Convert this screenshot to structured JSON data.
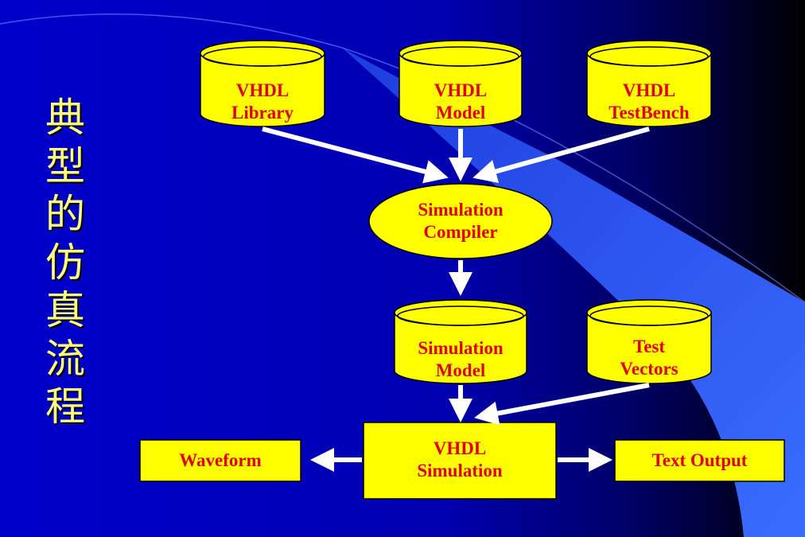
{
  "title_chars": [
    "典",
    "型",
    "的",
    "仿",
    "真",
    "流",
    "程"
  ],
  "colors": {
    "bg_dark": "#0000C8",
    "bg_light": "#3366FF",
    "shape_fill": "#FFFF00",
    "label_text": "#E00000",
    "title_text": "#FFFF80",
    "arrow": "#FFFFFF"
  },
  "nodes": {
    "vhdl_library": [
      "VHDL",
      "Library"
    ],
    "vhdl_model": [
      "VHDL",
      "Model"
    ],
    "vhdl_testbench": [
      "VHDL",
      "TestBench"
    ],
    "simulation_compiler": [
      "Simulation",
      "Compiler"
    ],
    "simulation_model": [
      "Simulation",
      "Model"
    ],
    "test_vectors": [
      "Test",
      "Vectors"
    ],
    "vhdl_simulation": [
      "VHDL",
      "Simulation"
    ],
    "waveform": "Waveform",
    "text_output": "Text Output"
  }
}
